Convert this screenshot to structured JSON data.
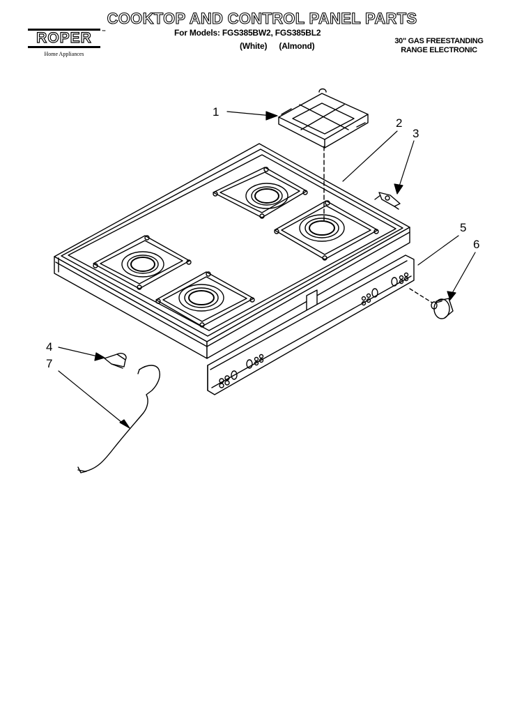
{
  "header": {
    "title": "COOKTOP AND CONTROL PANEL PARTS",
    "models_line": "For Models: FGS385BW2, FGS385BL2",
    "colors": [
      "(White)",
      "(Almond)"
    ],
    "product_line1": "30\" GAS FREESTANDING",
    "product_line2": "RANGE ELECTRONIC"
  },
  "logo": {
    "brand": "ROPER",
    "trademark": "™",
    "tagline": "Home Appliances"
  },
  "callouts": [
    "1",
    "2",
    "3",
    "4",
    "5",
    "6",
    "7"
  ],
  "colors": {
    "ink": "#000000",
    "paper": "#ffffff"
  }
}
